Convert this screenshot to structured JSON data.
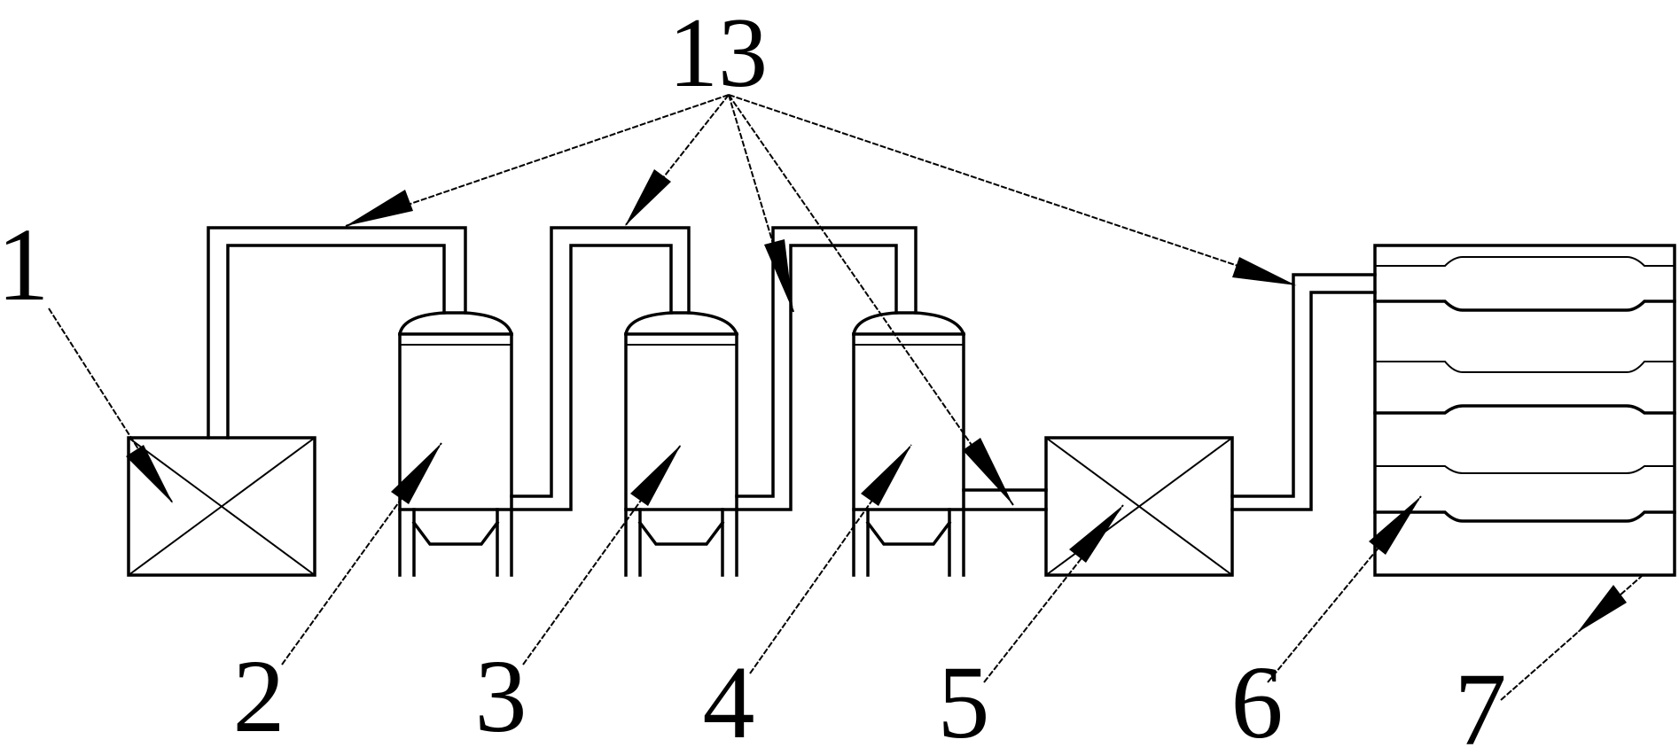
{
  "diagram": {
    "labels": {
      "l1": "1",
      "l2": "2",
      "l3": "3",
      "l4": "4",
      "l5": "5",
      "l6": "6",
      "l7": "7",
      "l13": "13"
    },
    "colors": {
      "stroke": "#000000",
      "background": "#ffffff"
    }
  }
}
